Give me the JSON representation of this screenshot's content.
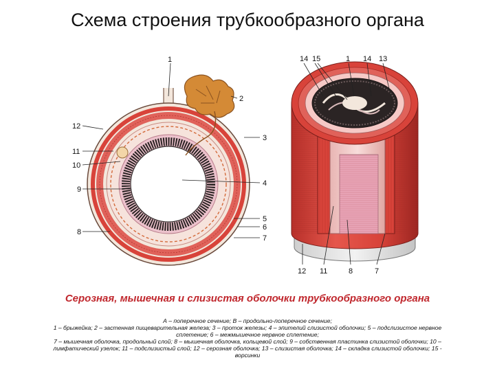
{
  "title": "Схема строения трубкообразного органа",
  "subtitle": "Серозная, мышечная и слизистая оболочки трубкообразного органа",
  "legend": {
    "line1": "А – поперечное сечение; В – продольно-поперечное сечение;",
    "line2": "1 – брыжейка; 2 – застенная пищеварительная железа; 3 – проток железы; 4 – эпителий слизистой оболочки; 5 – подслизистое нервное",
    "line3": "сплетение; 6 – межмышечное нервное сплетение;",
    "line4": "7 – мышечная оболочка, продольный слой; 8 – мышечная оболочка, кольцевой слой; 9 – собственная пластинка слизистой оболочки; 10 –",
    "line5": "лимфатический узелок; 11 – подслизистый слой; 12 – серозная оболочка; 13 – слизистая оболочка; 14 – складка слизистой оболочки; 15 -",
    "line6": "ворсинки"
  },
  "labels_left": {
    "l1": "1",
    "l2": "2",
    "l3": "3",
    "l4": "4",
    "l5": "5",
    "l6": "6",
    "l7": "7",
    "l8": "8",
    "l9": "9",
    "l10": "10",
    "l11": "11",
    "l12": "12"
  },
  "labels_right": {
    "t14": "14",
    "t15": "15",
    "t1": "1",
    "t14b": "14",
    "t13": "13",
    "b12": "12",
    "b11": "11",
    "b8": "8",
    "b7": "7"
  },
  "colors": {
    "serosa": "#f3e7dc",
    "muscle": "#d8433a",
    "muscle_dark": "#a82a24",
    "submucosa": "#f6c9c6",
    "mucosa": "#2b2424",
    "lamina": "#e9a6b9",
    "gland": "#c97a2a",
    "accent": "#c0272d"
  }
}
